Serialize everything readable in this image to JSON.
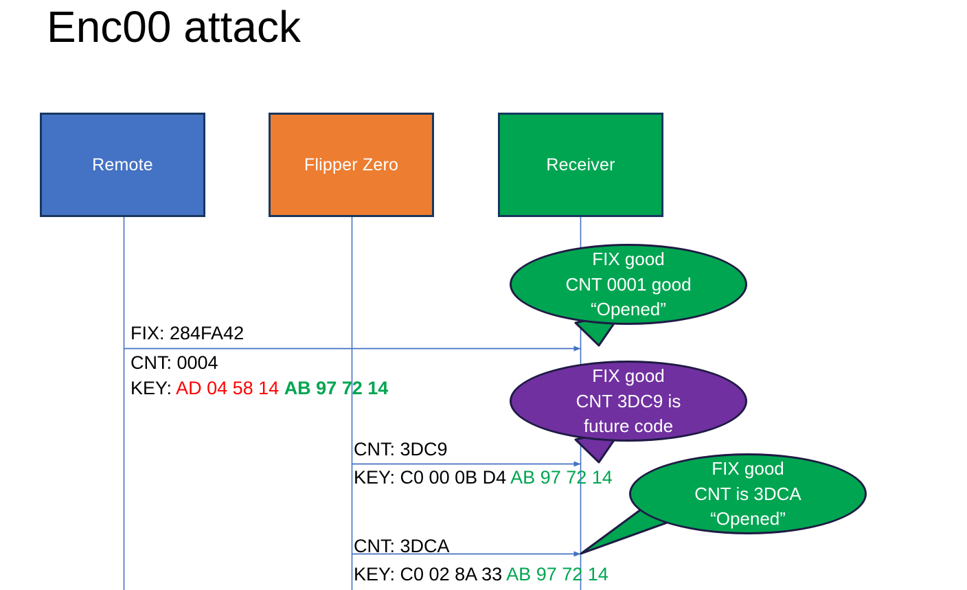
{
  "slide": {
    "title": "Enc00 attack"
  },
  "colors": {
    "remote_fill": "#4472C4",
    "flipper_fill": "#ED7D31",
    "receiver_fill": "#00A551",
    "bubble_good": "#00A551",
    "bubble_warn": "#7030A0",
    "line": "#4472C4",
    "border": "#17375E",
    "hex_red": "#FF0000",
    "hex_green": "#00A551",
    "text": "#000000"
  },
  "actors": [
    {
      "id": "remote",
      "label": "Remote"
    },
    {
      "id": "flipper",
      "label": "Flipper Zero"
    },
    {
      "id": "receiver",
      "label": "Receiver"
    }
  ],
  "messages": [
    {
      "id": "msg-1",
      "from": "remote",
      "to": "receiver",
      "line_fix": "FIX: 284FA42",
      "line_cnt": "CNT: 0004",
      "key_prefix": "KEY: ",
      "key_part_red": "AD 04 58 14",
      "key_part_green": "AB 97 72 14"
    },
    {
      "id": "msg-2",
      "from": "flipper",
      "to": "receiver",
      "line_cnt": "CNT: 3DC9",
      "key_prefix": "KEY: C0 00 0B D4 ",
      "key_part_green": "AB 97 72 14"
    },
    {
      "id": "msg-3",
      "from": "flipper",
      "to": "receiver",
      "line_cnt": "CNT: 3DCA",
      "key_prefix": "KEY: C0 02 8A 33 ",
      "key_part_green": "AB 97 72 14"
    }
  ],
  "bubbles": [
    {
      "id": "bubble-1",
      "color": "green",
      "line1": "FIX good",
      "line2": "CNT 0001 good",
      "line3": "“Opened”"
    },
    {
      "id": "bubble-2",
      "color": "purple",
      "line1": "FIX good",
      "line2": "CNT 3DC9 is",
      "line3": "future code"
    },
    {
      "id": "bubble-3",
      "color": "green",
      "line1": "FIX good",
      "line2": "CNT is 3DCA",
      "line3": "“Opened”"
    }
  ]
}
